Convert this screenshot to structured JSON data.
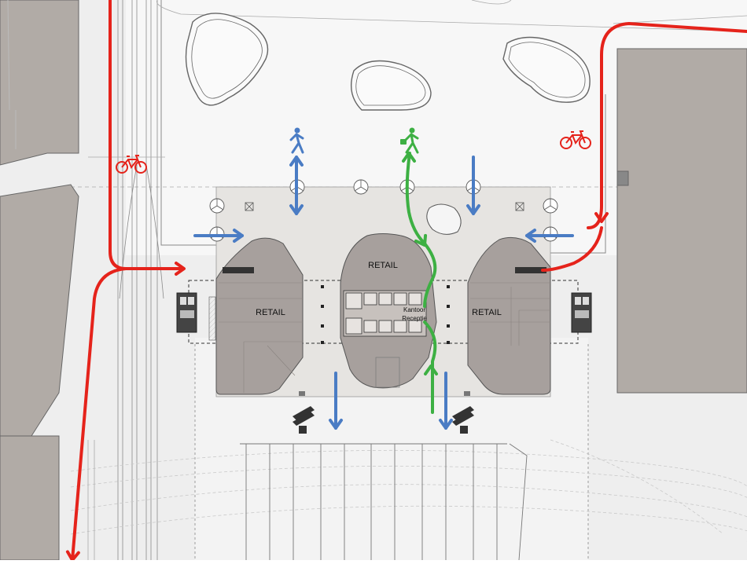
{
  "labels": {
    "retail_left": "RETAIL",
    "retail_center": "RETAIL",
    "retail_right": "RETAIL",
    "office_line1": "Kantoor",
    "office_line2": "Receptie"
  },
  "colors": {
    "bike_route": "#e5231b",
    "office_route": "#3db043",
    "pedestrian_flow": "#4a7cc4",
    "building_fill": "#a7a09d",
    "ground_fill": "#e6e4e1",
    "existing_building": "#b1aba6",
    "site_fill": "#f7f7f7",
    "background": "#eeeeee"
  },
  "icons": {
    "pedestrian": "pedestrian-icon",
    "office_worker": "office-worker-icon",
    "bicycle": "bicycle-icon",
    "tree": "tree-icon",
    "stairs": "stairs-icon"
  }
}
